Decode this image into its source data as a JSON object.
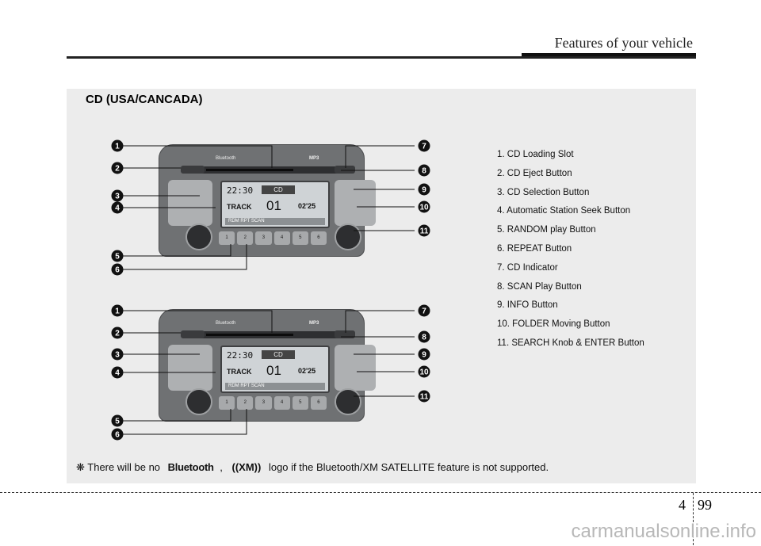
{
  "header": {
    "title": "Features of your vehicle"
  },
  "section_title": "CD (USA/CANCADA)",
  "radio": {
    "time": "22:30",
    "mode": "CD",
    "track_label": "TRACK",
    "track_num": "01",
    "elapsed": "02'25",
    "flags": "RDM  RPT                    SCAN",
    "presets": [
      "1",
      "2",
      "3",
      "4",
      "5",
      "6"
    ],
    "bluetooth_mark": "Bluetooth",
    "mp3_mark": "MP3"
  },
  "callouts": [
    "1",
    "2",
    "3",
    "4",
    "5",
    "6",
    "7",
    "8",
    "9",
    "10",
    "11"
  ],
  "legend": [
    "1. CD Loading Slot",
    "2. CD Eject Button",
    "3. CD Selection Button",
    "4. Automatic Station Seek Button",
    "5. RANDOM play Button",
    "6. REPEAT Button",
    "7. CD Indicator",
    "8. SCAN Play Button",
    "9. INFO Button",
    "10. FOLDER Moving Button",
    "11. SEARCH Knob & ENTER Button"
  ],
  "footnote": {
    "prefix": "❋ There will be no",
    "bluetooth_logo": "Bluetooth",
    "separator": ",",
    "xm_logo": "((XM))",
    "suffix": "logo if the Bluetooth/XM SATELLITE feature is not supported."
  },
  "page": {
    "chapter": "4",
    "number": "99"
  },
  "watermark": "carmanualsonline.info"
}
